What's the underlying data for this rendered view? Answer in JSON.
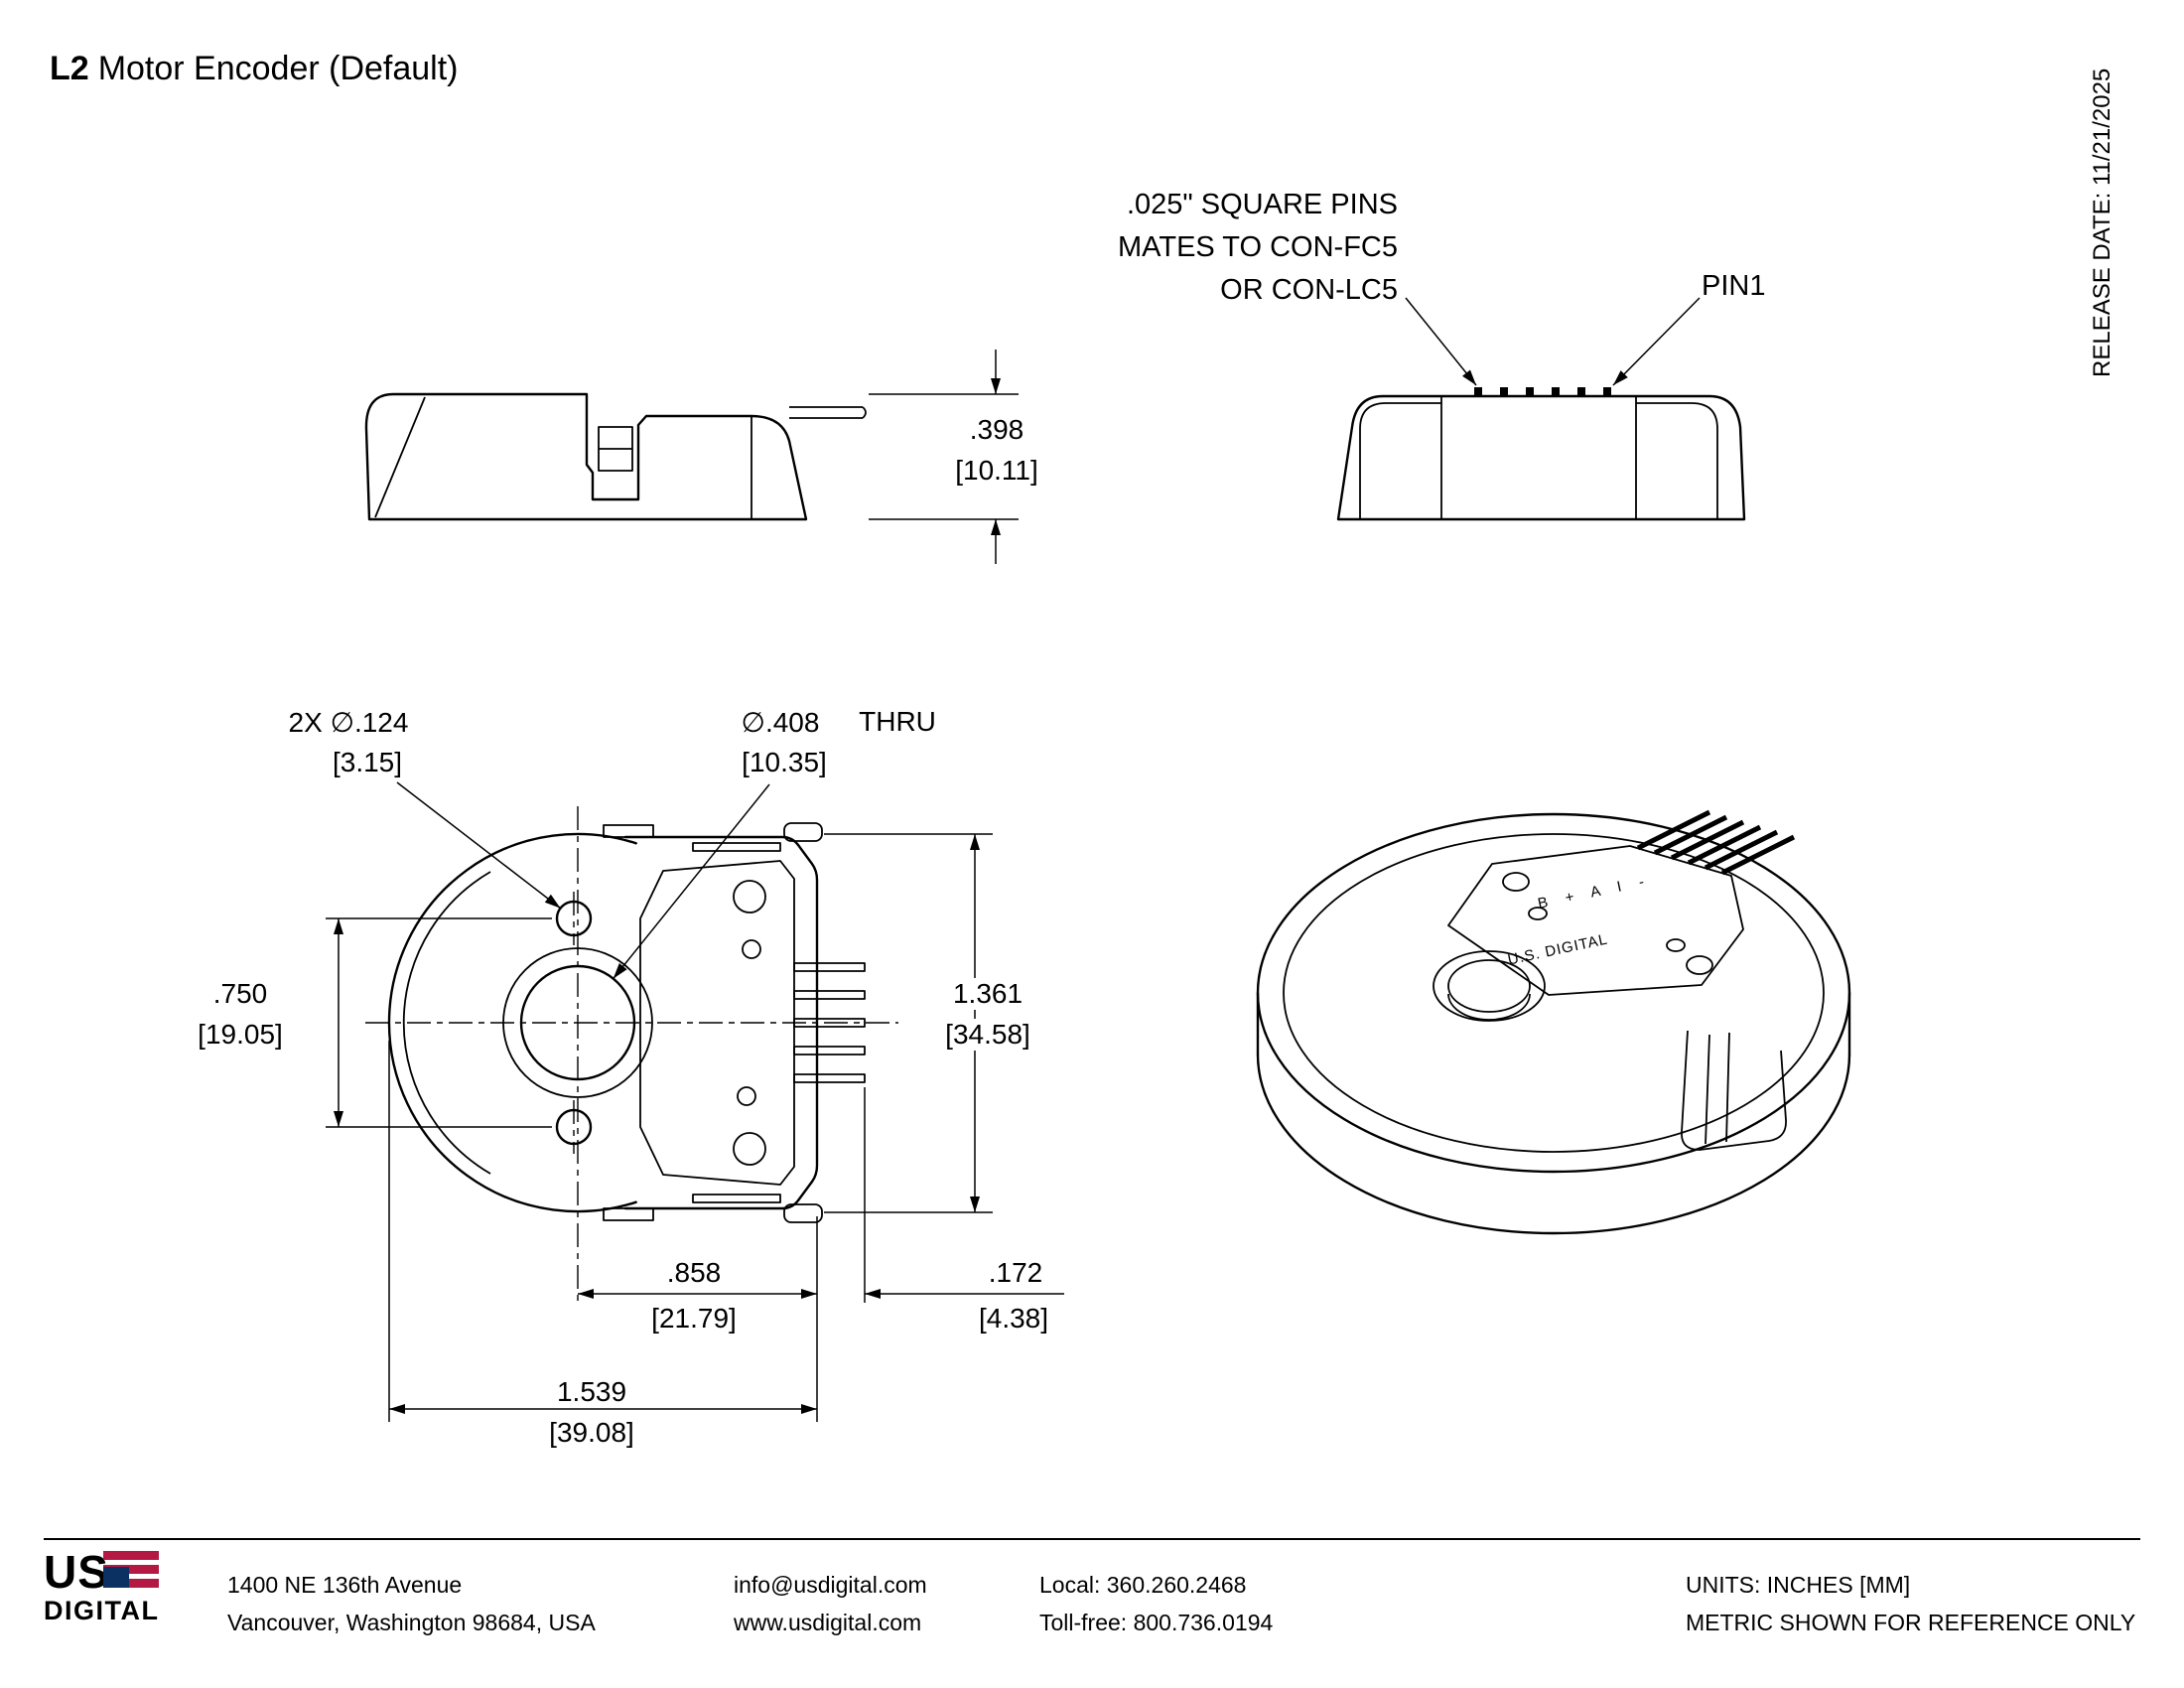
{
  "title": {
    "model": "L2",
    "name": "Motor Encoder (Default)"
  },
  "release_date": "RELEASE DATE: 11/21/2025",
  "top_view": {
    "pins_note": [
      ".025\" SQUARE PINS",
      "MATES TO CON-FC5",
      "OR CON-LC5"
    ],
    "pin1_label": "PIN1",
    "height_in": ".398",
    "height_mm": "[10.11]"
  },
  "front_view": {
    "holes_label": "2X ∅.124",
    "holes_mm": "[3.15]",
    "bore_label": "∅.408",
    "bore_thru": "THRU",
    "bore_mm": "[10.35]",
    "hole_spacing_in": ".750",
    "hole_spacing_mm": "[19.05]",
    "height_in": "1.361",
    "height_mm": "[34.58]",
    "center_to_edge_in": ".858",
    "center_to_edge_mm": "[21.79]",
    "pin_length_in": ".172",
    "pin_length_mm": "[4.38]",
    "width_in": "1.539",
    "width_mm": "[39.08]"
  },
  "iso_view": {
    "brand": "U.S. DIGITAL",
    "pin_labels": "B + A I -"
  },
  "footer": {
    "logo_line1": "US",
    "logo_line2": "DIGITAL",
    "address_line1": "1400 NE 136th Avenue",
    "address_line2": "Vancouver, Washington 98684, USA",
    "email": "info@usdigital.com",
    "website": "www.usdigital.com",
    "phone_local": "Local: 360.260.2468",
    "phone_tollfree": "Toll-free: 800.736.0194",
    "units_line1": "UNITS: INCHES [MM]",
    "units_line2": "METRIC SHOWN FOR REFERENCE ONLY",
    "flag_red": "#B31942",
    "flag_blue": "#0A3161"
  }
}
